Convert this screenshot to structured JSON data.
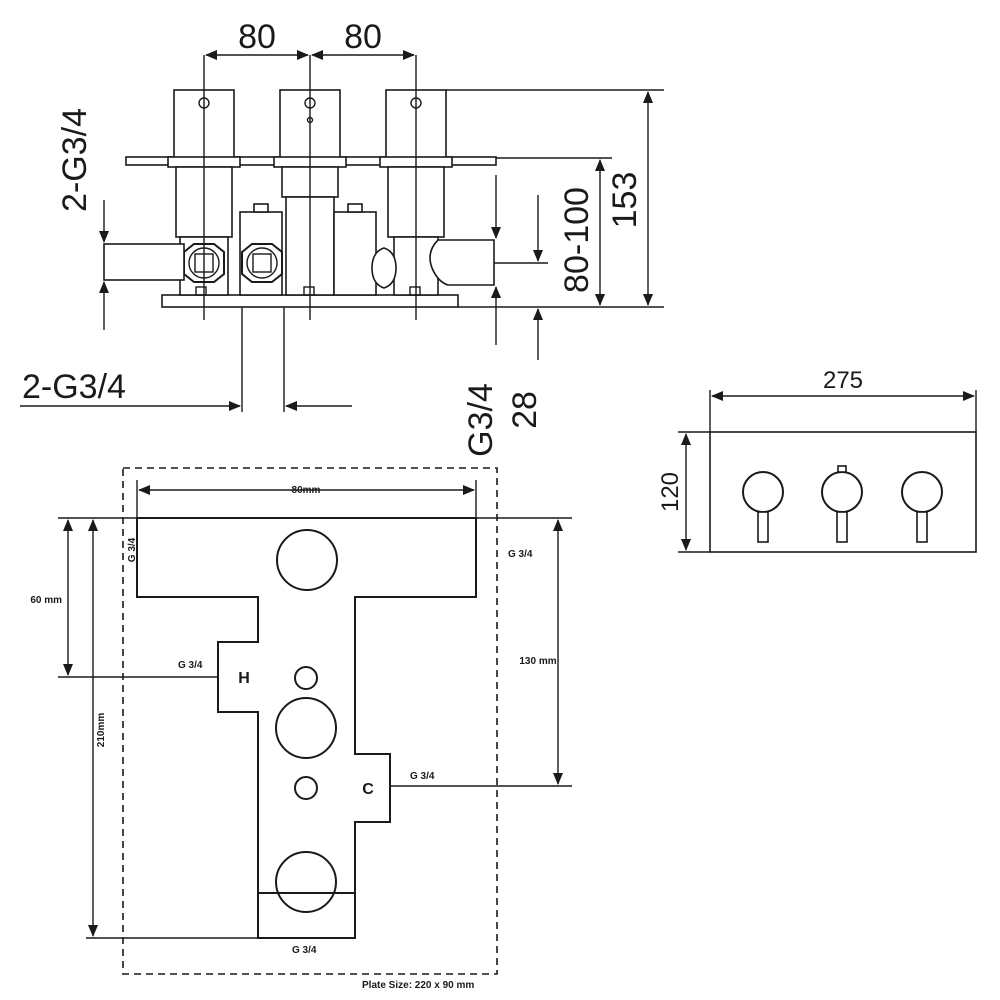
{
  "side_view": {
    "dim_spacing_1": "80",
    "dim_spacing_2": "80",
    "dim_height": "153",
    "dim_wall_depth": "80-100",
    "dim_outlet_offset": "28",
    "label_top_inlets": "2-G3/4",
    "label_bottom_inlets": "2-G3/4",
    "label_outlet": "G3/4"
  },
  "front_view": {
    "dim_width": "275",
    "dim_height": "120"
  },
  "plate_view": {
    "dim_top_width": "80mm",
    "dim_left_upper": "60 mm",
    "dim_left_total": "210mm",
    "dim_right": "130 mm",
    "label_top_left": "G 3/4",
    "label_top_right": "G 3/4",
    "label_h_port": "G 3/4",
    "label_c_port": "G 3/4",
    "label_bottom": "G 3/4",
    "letter_hot": "H",
    "letter_cold": "C",
    "plate_size": "Plate Size: 220 x 90 mm"
  }
}
